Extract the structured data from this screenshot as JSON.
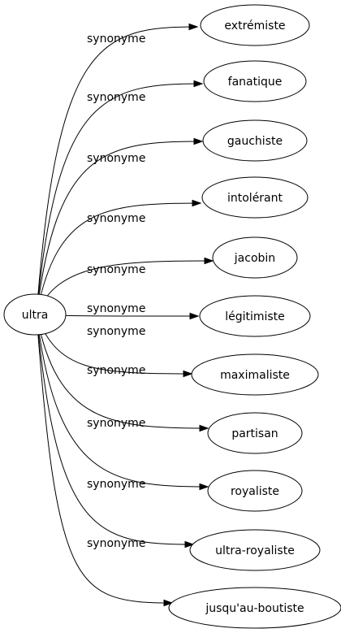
{
  "graph": {
    "root": {
      "label": "ultra"
    },
    "edge_label": "synonyme",
    "synonyms": [
      "extrémiste",
      "fanatique",
      "gauchiste",
      "intolérant",
      "jacobin",
      "légitimiste",
      "maximaliste",
      "partisan",
      "royaliste",
      "ultra-royaliste",
      "jusqu'au-boutiste"
    ]
  }
}
